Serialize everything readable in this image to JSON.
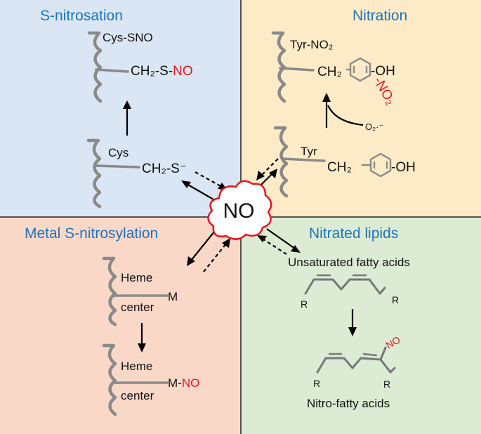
{
  "colors": {
    "s_nitrosation_bg": "#dae6f3",
    "nitration_bg": "#fdebc8",
    "metal_bg": "#f9d8c8",
    "lipids_bg": "#dcebd3",
    "title": "#1e73be",
    "highlight": "#e8141e"
  },
  "quadrants": {
    "s_nitrosation": {
      "title": "S-nitrosation",
      "product_name": "Cys-SNO",
      "product_group_prefix": "CH₂-S-",
      "product_group_suffix": "NO",
      "residue": "Cys",
      "residue_group": "CH₂-S⁻"
    },
    "nitration": {
      "title": "Nitration",
      "product_name": "Tyr-NO₂",
      "product_ch2": "CH₂",
      "product_oh": "-OH",
      "product_no2": "-NO₂",
      "oxidant": "O₂·⁻",
      "residue": "Tyr",
      "residue_ch2": "CH₂",
      "residue_oh": "-OH"
    },
    "metal": {
      "title": "Metal S-nitrosylation",
      "heme1": "Heme",
      "center1": "center",
      "metal1": "M",
      "heme2": "Heme",
      "center2": "center",
      "metal2_prefix": "M-",
      "metal2_suffix": "NO"
    },
    "lipids": {
      "title": "Nitrated lipids",
      "substrate": "Unsaturated fatty acids",
      "r1": "R",
      "r2": "R",
      "no_group": "NO",
      "r3": "R",
      "r4": "R",
      "product": "Nitro-fatty acids"
    }
  },
  "center": {
    "label": "NO"
  },
  "icons": [
    "protein-backbone-icon",
    "benzene-ring-icon",
    "no-cloud-icon"
  ]
}
